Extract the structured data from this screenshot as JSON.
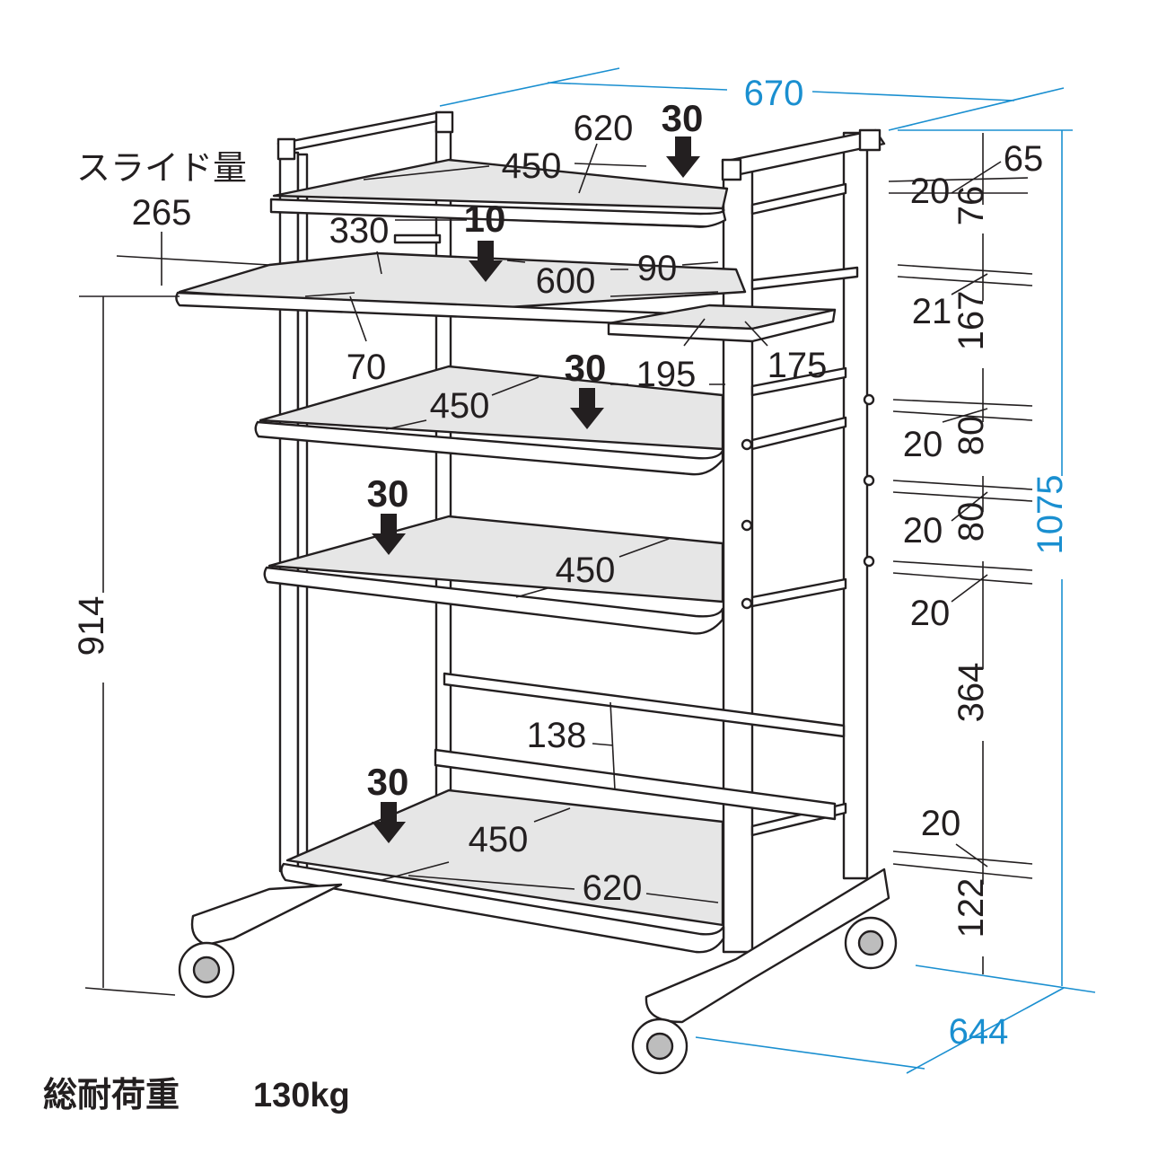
{
  "dimensions": {
    "width_total": "670",
    "top_shelf_width": "620",
    "top_shelf_depth": "450",
    "keyboard_slide_label": "スライド量",
    "keyboard_slide_value": "265",
    "keyboard_depth": "330",
    "keyboard_width": "600",
    "keyboard_front": "70",
    "mouse_tray_gap": "90",
    "mouse_tray_width": "195",
    "mouse_tray_depth": "175",
    "mid_shelf1_depth": "450",
    "mid_shelf2_depth": "450",
    "bottom_shelf_depth": "450",
    "bottom_shelf_width": "620",
    "bar_height": "138",
    "table_height": "914",
    "total_height": "1075",
    "depth_total": "644",
    "right_vertical": [
      "65",
      "20",
      "76",
      "21",
      "167",
      "20",
      "80",
      "20",
      "80",
      "20",
      "364",
      "20",
      "122"
    ]
  },
  "loads": {
    "top": "30",
    "keyboard": "10",
    "shelf1": "30",
    "shelf2": "30",
    "bottom": "30"
  },
  "caption": {
    "label": "総耐荷重",
    "value": "130kg"
  },
  "colors": {
    "line": "#231f20",
    "dimension_accent": "#1a8fd0",
    "shelf_fill": "#e6e6e6"
  }
}
